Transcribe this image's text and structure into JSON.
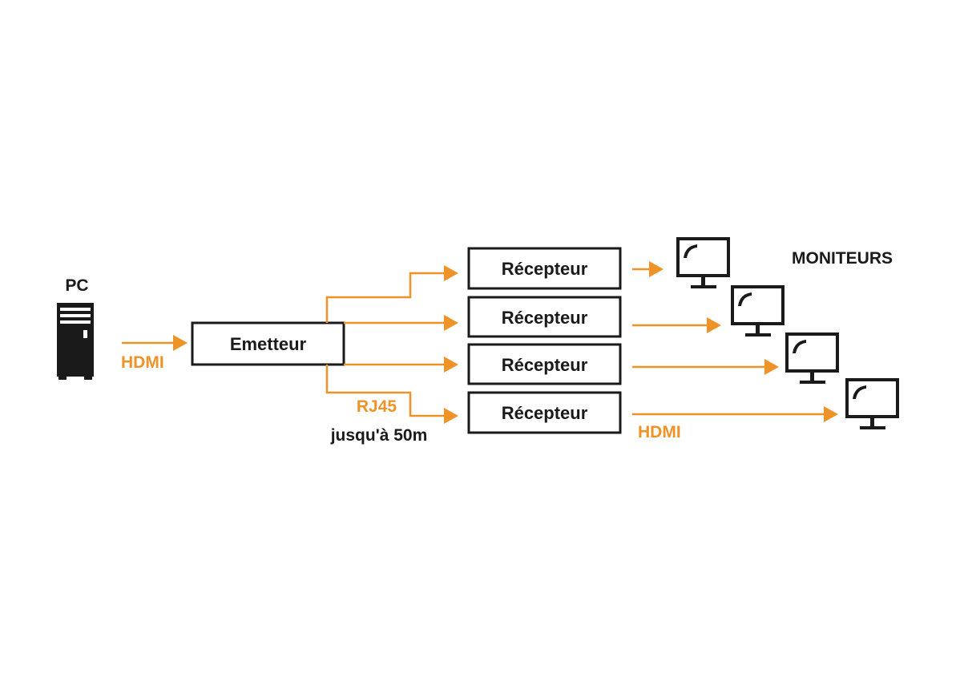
{
  "source": {
    "label": "PC",
    "link_label": "HDMI",
    "icon": "pc-tower-icon"
  },
  "transmitter": {
    "label": "Emetteur"
  },
  "cable": {
    "type_label": "RJ45",
    "distance_label": "jusqu'à 50m"
  },
  "receivers": [
    {
      "label": "Récepteur"
    },
    {
      "label": "Récepteur"
    },
    {
      "label": "Récepteur"
    },
    {
      "label": "Récepteur"
    }
  ],
  "outputs": {
    "link_label": "HDMI",
    "group_label": "MONITEURS",
    "icon": "monitor-icon"
  },
  "colors": {
    "accent": "#ee9328",
    "ink": "#1a1a1a",
    "background": "#ffffff"
  }
}
